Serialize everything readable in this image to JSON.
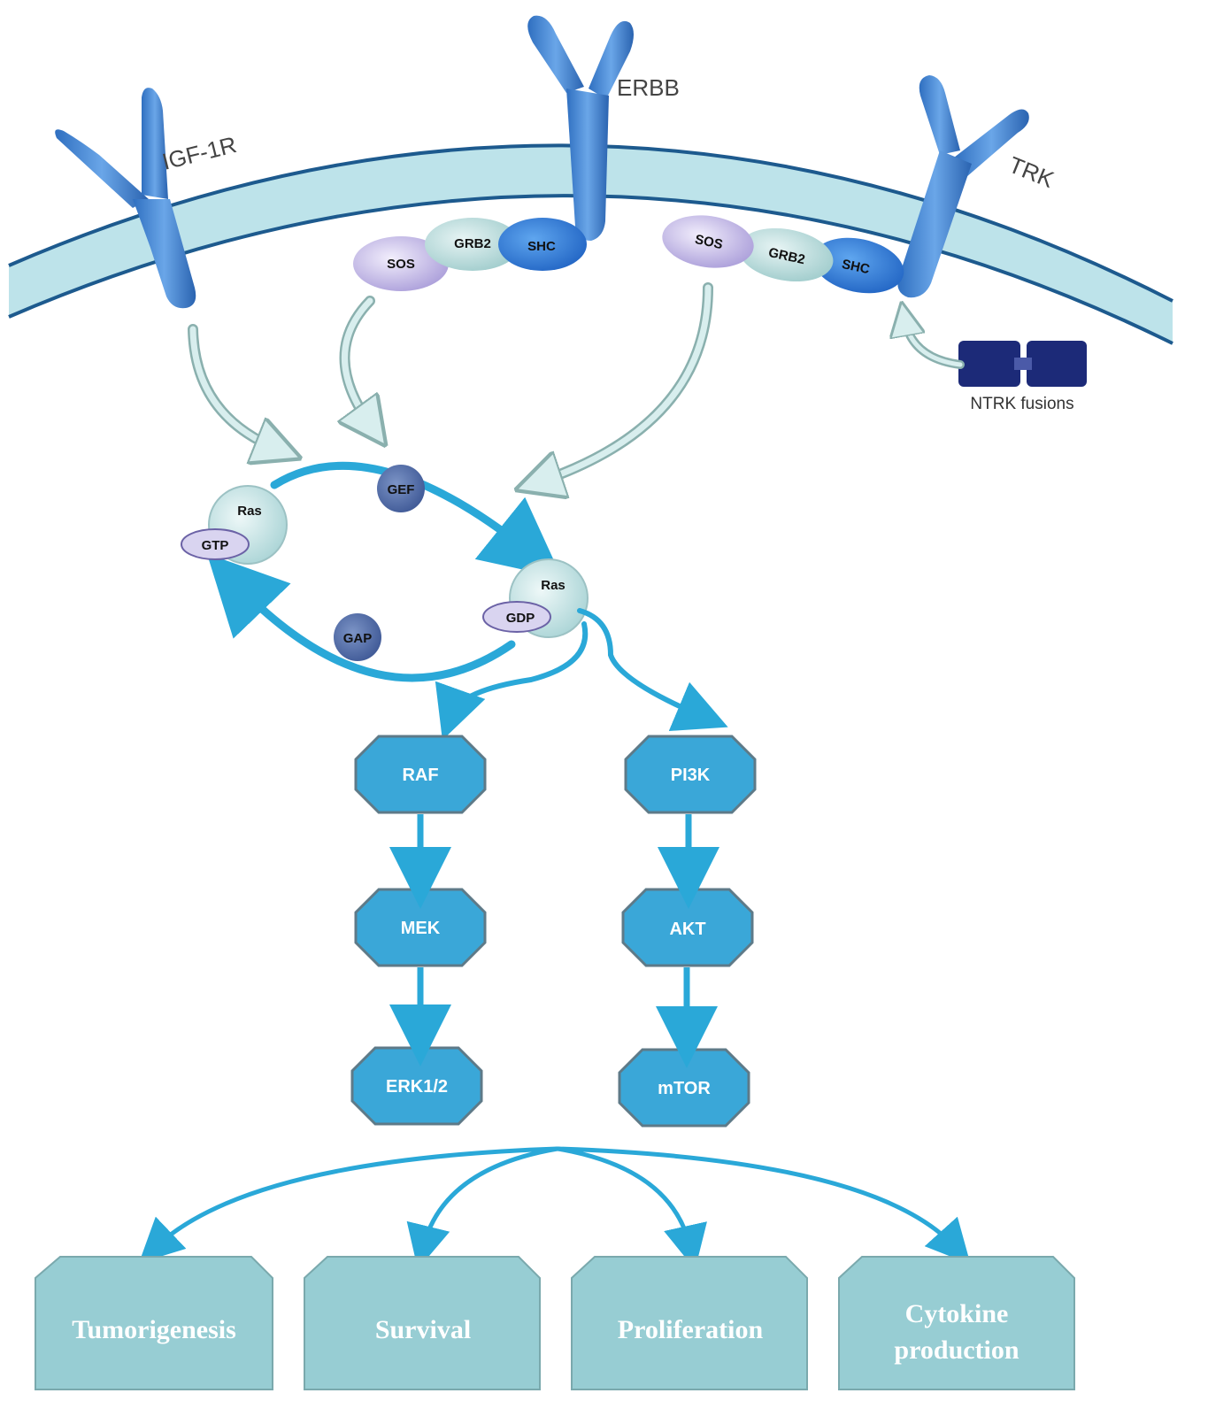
{
  "receptors": {
    "igf1r": "IGF-1R",
    "erbb": "ERBB",
    "trk": "TRK"
  },
  "adaptors": {
    "left": {
      "sos": "SOS",
      "grb2": "GRB2",
      "shc": "SHC"
    },
    "right": {
      "sos": "SOS",
      "grb2": "GRB2",
      "shc": "SHC"
    }
  },
  "fusion_label": "NTRK fusions",
  "ras_cycle": {
    "ras_gtp": {
      "ras": "Ras",
      "nucleotide": "GTP"
    },
    "ras_gdp": {
      "ras": "Ras",
      "nucleotide": "GDP"
    },
    "gef": "GEF",
    "gap": "GAP"
  },
  "pathways": {
    "mapk": [
      "RAF",
      "MEK",
      "ERK1/2"
    ],
    "pi3k": [
      "PI3K",
      "AKT",
      "mTOR"
    ]
  },
  "outcomes": {
    "tumorigenesis": "Tumorigenesis",
    "survival": "Survival",
    "proliferation": "Proliferation",
    "cytokine_line1": "Cytokine",
    "cytokine_line2": "production"
  },
  "colors": {
    "membrane_fill": "#bde3ea",
    "membrane_line": "#1d5a8e",
    "receptor": "#4f8fd6",
    "kinase": "#3aa7d8",
    "arrow": "#2aa8d8",
    "outcome": "#97cdd3",
    "gef_gap": "#5b78b0",
    "fusion": "#1c2a78"
  }
}
